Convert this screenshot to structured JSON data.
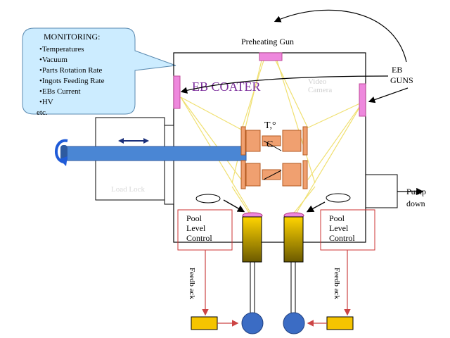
{
  "monitoring": {
    "title": "MONITORING:",
    "items": [
      "•Temperatures",
      "•Vacuum",
      "•Parts Rotation Rate",
      "•Ingots Feeding Rate",
      "•EBs Current",
      "•HV",
      "etc."
    ]
  },
  "labels": {
    "preheating_gun": "Preheating Gun",
    "eb_guns_line1": "EB",
    "eb_guns_line2": "GUNS",
    "eb_coater": "EB COATER",
    "video_camera_line1": "Video",
    "video_camera_line2": "Camera",
    "temperature_line1": "T,°",
    "temperature_line2": "C",
    "load_lock": "Load Lock",
    "pump_down_line1": "Pump",
    "pump_down_line2": "down",
    "pool_left": [
      "Pool",
      "Level",
      "Control"
    ],
    "pool_right": [
      "Pool",
      "Level",
      "Control"
    ],
    "feedback_left": "Feedb ack",
    "feedback_right": "Feedb ack"
  },
  "colors": {
    "eb_coater_text": "#7b2d9b",
    "callout_fill": "#ccecff",
    "shaft": "#4a86d4",
    "gun_pad": "#ee88dd",
    "beam": "#f0e070",
    "fixture": "#f0a070",
    "crucible": "#e8c400",
    "pool_box": "#cc3333",
    "feedback_arrow": "#cc4444",
    "sensor_box": "#f5c400",
    "pump_ball": "#3b6cc4"
  }
}
